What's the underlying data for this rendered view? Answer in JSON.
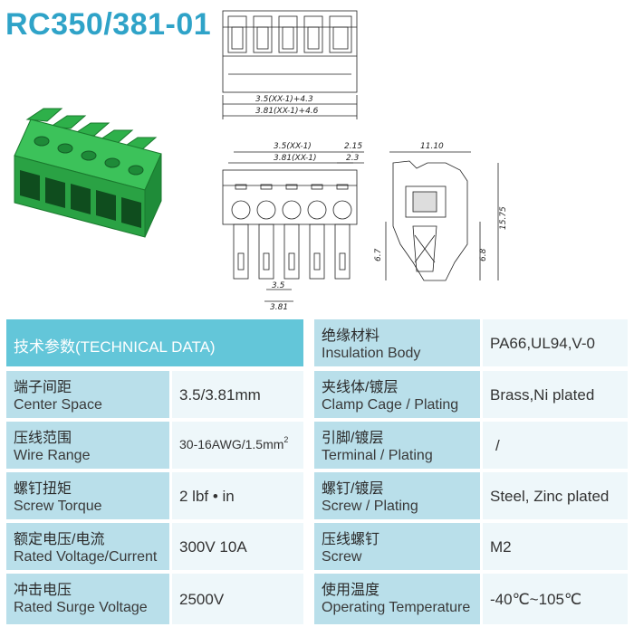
{
  "title": "RC350/381-01",
  "drawing": {
    "top_dim1": "3.5(XX-1)+4.3",
    "top_dim2": "3.81(XX-1)+4.6",
    "front_dim1": "3.5(XX-1)",
    "front_dim2": "3.81(XX-1)",
    "front_dim3": "2.15",
    "front_dim4": "2.3",
    "pin_dim1": "3.5",
    "pin_dim2": "3.81",
    "side_w": "11.10",
    "side_h": "15.75",
    "side_h2": "6.8",
    "side_h3": "6.7"
  },
  "table": {
    "header": "技术参数(TECHNICAL DATA)",
    "left_rows": [
      {
        "cn": "端子间距",
        "en": "Center Space",
        "value": "3.5/3.81mm"
      },
      {
        "cn": "压线范围",
        "en": "Wire Range",
        "value": "30-16AWG/1.5mm",
        "sup": "2"
      },
      {
        "cn": "螺钉扭矩",
        "en": "Screw Torque",
        "value": "2 lbf • in"
      },
      {
        "cn": "额定电压/电流",
        "en": "Rated Voltage/Current",
        "value": "300V 10A"
      },
      {
        "cn": "冲击电压",
        "en": "Rated Surge Voltage",
        "value": "2500V"
      }
    ],
    "right_rows": [
      {
        "cn": "绝缘材料",
        "en": "Insulation Body",
        "value": "PA66,UL94,V-0"
      },
      {
        "cn": "夹线体/镀层",
        "en": "Clamp Cage / Plating",
        "value": "Brass,Ni plated"
      },
      {
        "cn": "引脚/镀层",
        "en": "Terminal / Plating",
        "value": "/"
      },
      {
        "cn": "螺钉/镀层",
        "en": "Screw / Plating",
        "value": "Steel, Zinc plated"
      },
      {
        "cn": "压线螺钉",
        "en": "Screw",
        "value": "M2"
      },
      {
        "cn": "使用温度",
        "en": "Operating Temperature",
        "value": "-40℃~105℃"
      }
    ]
  }
}
